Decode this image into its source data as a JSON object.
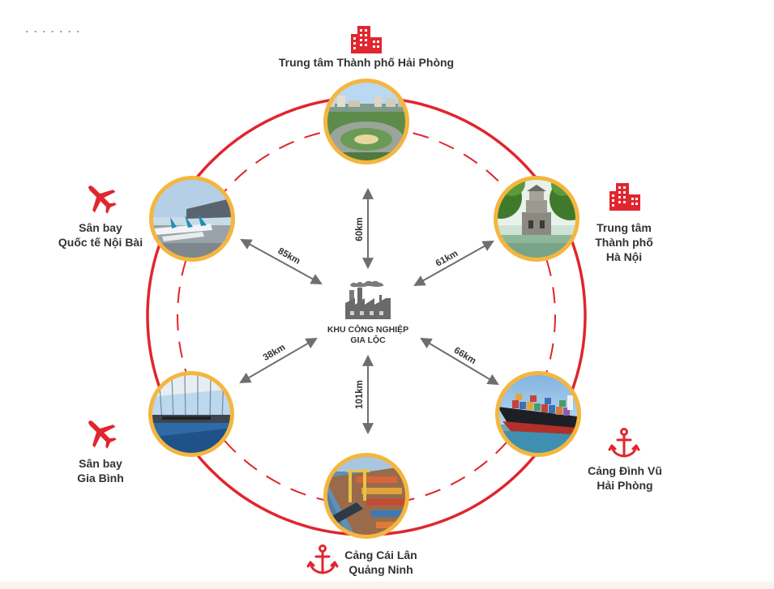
{
  "hub": {
    "name_line1": "KHU CÔNG NGHIỆP",
    "name_line2": "GIA LỘC",
    "icon": "factory-icon"
  },
  "destinations": [
    {
      "id": "hai-phong-center",
      "lines": [
        "Trung tâm Thành phố Hải Phòng"
      ],
      "icon": "city-buildings-icon",
      "photo": "city-square-photo",
      "distance": "60km"
    },
    {
      "id": "hanoi-center",
      "lines": [
        "Trung tâm",
        "Thành phố",
        "Hà Nội"
      ],
      "icon": "city-buildings-icon",
      "photo": "hanoi-tower-photo",
      "distance": "61km"
    },
    {
      "id": "dinh-vu-port",
      "lines": [
        "Cảng Đình Vũ",
        "Hải Phòng"
      ],
      "icon": "anchor-icon",
      "photo": "cargo-ship-photo",
      "distance": "66km"
    },
    {
      "id": "cai-lan-port",
      "lines": [
        "Cảng Cái Lân",
        "Quảng Ninh"
      ],
      "icon": "anchor-icon",
      "photo": "container-port-photo",
      "distance": "101km"
    },
    {
      "id": "gia-binh-airport",
      "lines": [
        "Sân bay",
        "Gia Bình"
      ],
      "icon": "airplane-icon",
      "photo": "airport-terminal-photo",
      "distance": "38km"
    },
    {
      "id": "noi-bai-airport",
      "lines": [
        "Sân bay",
        "Quốc tế Nội Bài"
      ],
      "icon": "airplane-icon",
      "photo": "airport-planes-photo",
      "distance": "85km"
    }
  ],
  "colors": {
    "ring": "#e0262e",
    "node_border": "#f4b63f",
    "arrow": "#6e6e6e",
    "text": "#333333",
    "icon_red": "#e0262e"
  }
}
